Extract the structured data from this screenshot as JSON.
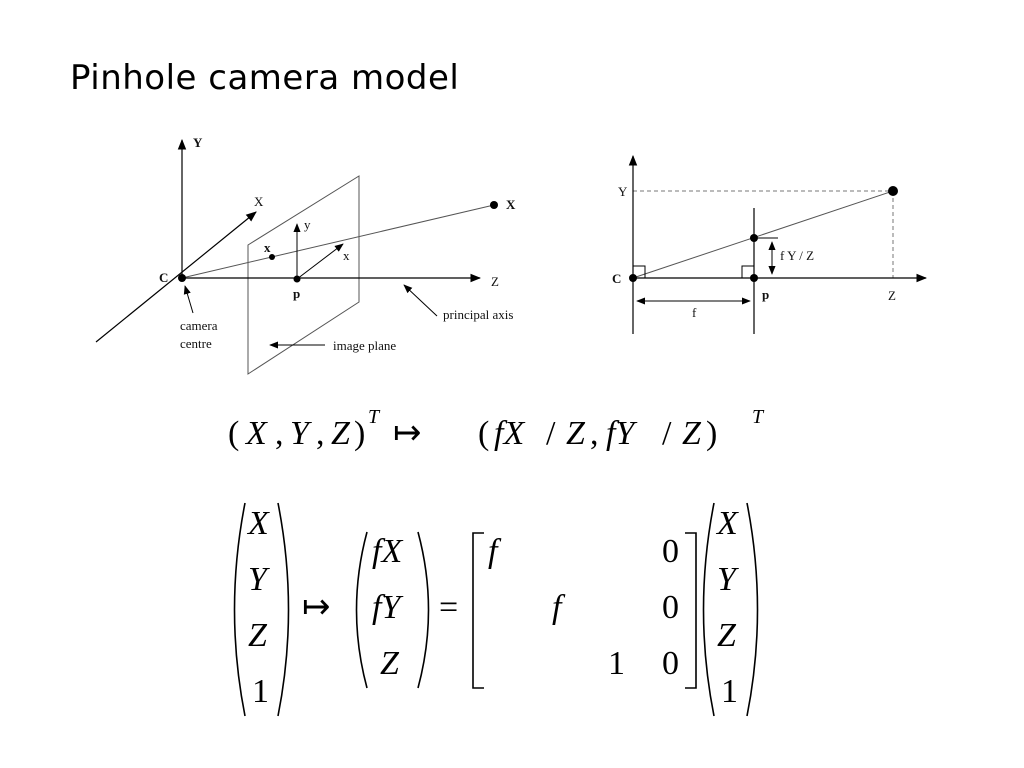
{
  "title": "Pinhole camera model",
  "left_diagram": {
    "axis_y": "Y",
    "axis_x": "X",
    "axis_z": "Z",
    "camera_center": "C",
    "point_X": "X",
    "image_point": "x",
    "principal_point": "p",
    "img_y": "y",
    "img_x": "x",
    "camera_centre_line1": "camera",
    "camera_centre_line2": "centre",
    "image_plane": "image plane",
    "principal_axis": "principal axis"
  },
  "right_diagram": {
    "axis_y": "Y",
    "camera_center": "C",
    "principal_point": "p",
    "axis_z": "Z",
    "focal": "f",
    "projection": "f Y / Z"
  },
  "equation1": {
    "lhs_open": "(",
    "X": "X",
    "c1": ",",
    "Y": "Y",
    "c2": ",",
    "Z": "Z",
    "lhs_close": ")",
    "sup1": "T",
    "maps": "↦",
    "rhs_open": "(",
    "fX": "fX",
    "slash1": "/",
    "Z1": "Z",
    "c3": ",",
    "fY": "fY",
    "slash2": "/",
    "Z2": "Z",
    "rhs_close": ")",
    "sup2": "T"
  },
  "equation2": {
    "vec1": [
      "X",
      "Y",
      "Z",
      "1"
    ],
    "maps": "↦",
    "vec2": [
      "fX",
      "fY",
      "Z"
    ],
    "equals": "=",
    "matrix": [
      [
        "f",
        "",
        "",
        "0"
      ],
      [
        "",
        "f",
        "",
        "0"
      ],
      [
        "",
        "",
        "1",
        "0"
      ]
    ],
    "vec3": [
      "X",
      "Y",
      "Z",
      "1"
    ]
  }
}
